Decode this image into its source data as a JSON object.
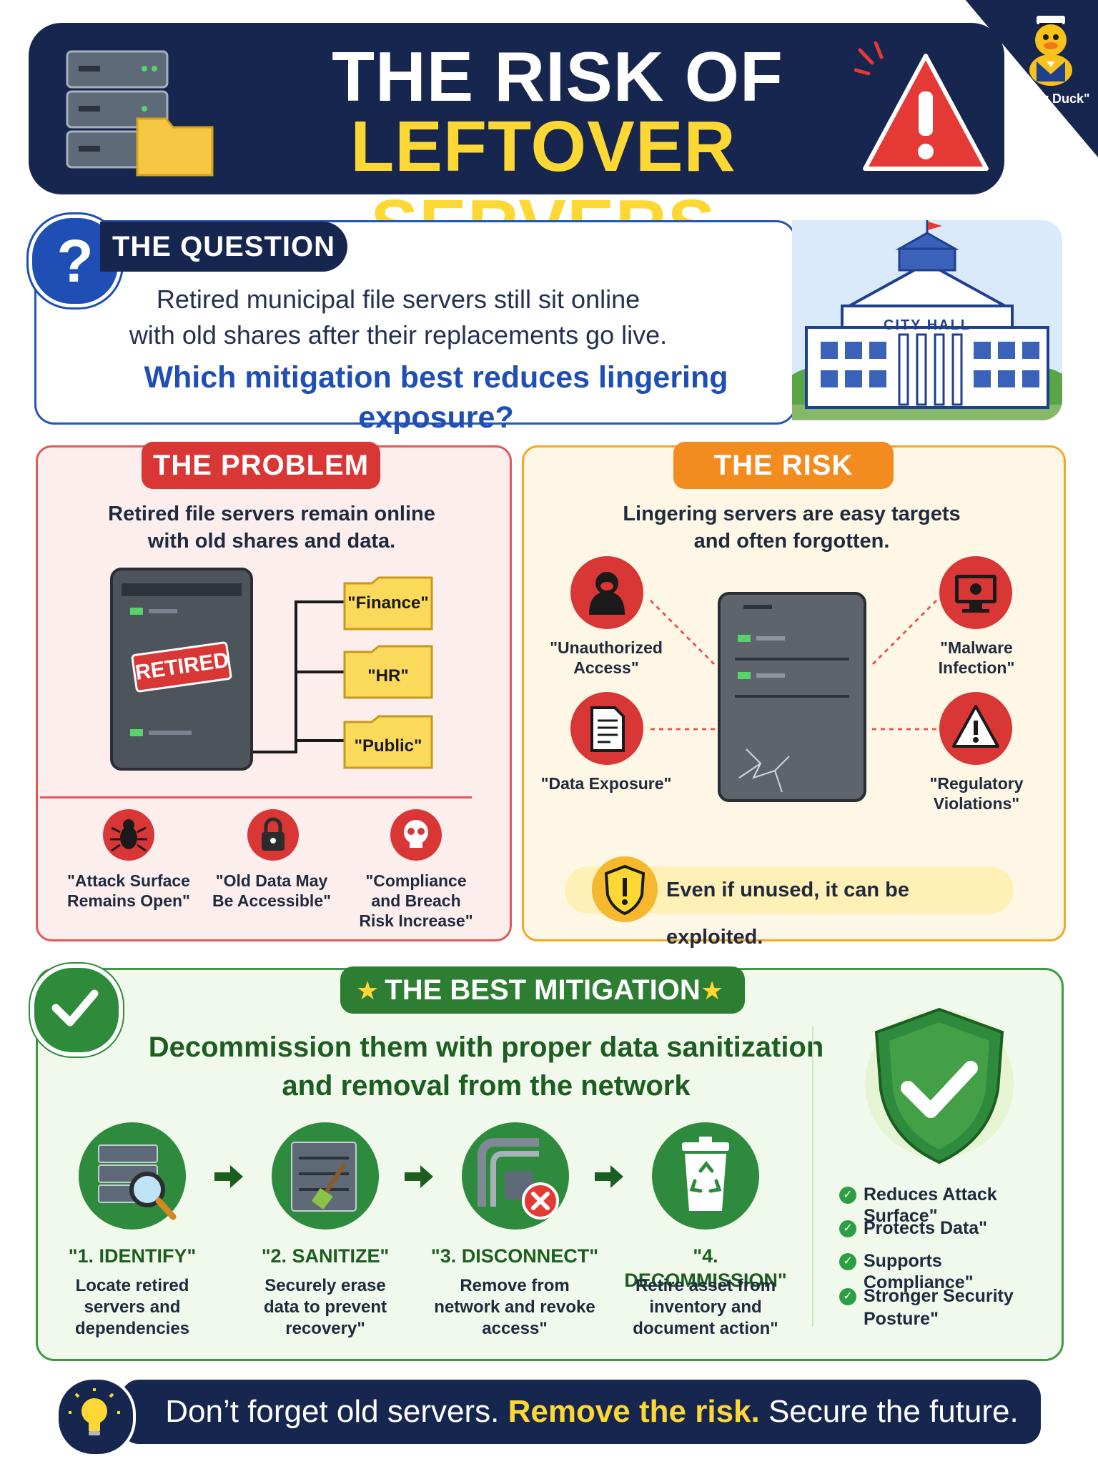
{
  "header": {
    "title_line1": "THE RISK OF",
    "title_line2": "LEFTOVER SERVERS",
    "badge_label": "\"Navy Duck\""
  },
  "question": {
    "label": "THE QUESTION",
    "line1": "Retired municipal file servers still sit online",
    "line2": "with old shares after their replacements go live.",
    "ask": "Which mitigation best reduces lingering exposure?",
    "building_sign": "CITY HALL"
  },
  "problem": {
    "label": "THE PROBLEM",
    "desc_line1": "Retired file servers remain online",
    "desc_line2": "with old shares and data.",
    "stamp": "RETIRED",
    "folders": [
      "\"Finance\"",
      "\"HR\"",
      "\"Public\""
    ],
    "impacts": [
      {
        "icon": "bug-icon",
        "line1": "\"Attack Surface",
        "line2": "Remains Open\"",
        "line3": ""
      },
      {
        "icon": "lock-icon",
        "line1": "\"Old Data May",
        "line2": "Be Accessible\"",
        "line3": ""
      },
      {
        "icon": "skull-icon",
        "line1": "\"Compliance",
        "line2": "and Breach",
        "line3": "Risk Increase\""
      }
    ]
  },
  "risk": {
    "label": "THE RISK",
    "desc_line1": "Lingering servers are easy targets",
    "desc_line2": "and often forgotten.",
    "threats": [
      {
        "icon": "hacker-icon",
        "line1": "\"Unauthorized",
        "line2": "Access\""
      },
      {
        "icon": "malware-icon",
        "line1": "\"Malware",
        "line2": "Infection\""
      },
      {
        "icon": "document-icon",
        "line1": "\"Data Exposure\"",
        "line2": ""
      },
      {
        "icon": "warning-icon",
        "line1": "\"Regulatory",
        "line2": "Violations\""
      }
    ],
    "warning": "Even if unused, it can be exploited."
  },
  "mitigation": {
    "label": "THE BEST MITIGATION",
    "headline_line1": "Decommission them with proper data sanitization",
    "headline_line2": "and removal from the network",
    "steps": [
      {
        "title": "\"1. IDENTIFY\"",
        "line1": "Locate retired",
        "line2": "servers and",
        "line3": "dependencies"
      },
      {
        "title": "\"2. SANITIZE\"",
        "line1": "Securely erase",
        "line2": "data to prevent",
        "line3": "recovery\""
      },
      {
        "title": "\"3. DISCONNECT\"",
        "line1": "Remove from",
        "line2": "network and revoke",
        "line3": "access\""
      },
      {
        "title": "\"4. DECOMMISSION\"",
        "line1": "Retire asset from",
        "line2": "inventory and",
        "line3": "document action\""
      }
    ],
    "benefits": [
      {
        "line1": "Reduces Attack Surface\"",
        "line2": ""
      },
      {
        "line1": "Protects Data\"",
        "line2": ""
      },
      {
        "line1": "Supports Compliance\"",
        "line2": ""
      },
      {
        "line1": "Stronger Security",
        "line2": "Posture\""
      }
    ]
  },
  "footer": {
    "part1": "Don’t forget old servers. ",
    "part2": "Remove the risk.",
    "part3": " Secure the future."
  },
  "colors": {
    "navy": "#17264f",
    "yellow": "#fdd835",
    "blue": "#1f4fb5",
    "red": "#d93636",
    "orange": "#f28c1e",
    "green": "#2d7d32"
  }
}
